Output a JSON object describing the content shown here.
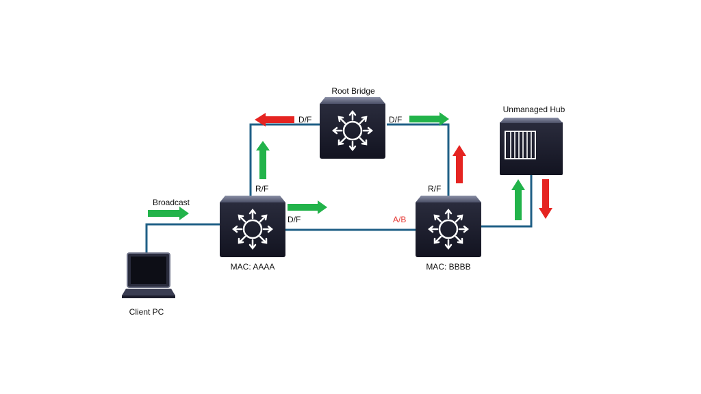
{
  "devices": {
    "root_bridge": {
      "label": "Root Bridge",
      "icon": "multilayer-switch-icon"
    },
    "switch_a": {
      "label": "MAC: AAAA",
      "icon": "multilayer-switch-icon"
    },
    "switch_b": {
      "label": "MAC: BBBB",
      "icon": "multilayer-switch-icon"
    },
    "hub": {
      "label": "Unmanaged Hub",
      "icon": "hub-icon"
    },
    "client": {
      "label": "Client PC",
      "icon": "laptop-icon"
    }
  },
  "port_labels": {
    "root_left": "D/F",
    "root_right": "D/F",
    "a_up": "R/F",
    "a_right": "D/F",
    "b_up": "R/F",
    "b_left": "A/B"
  },
  "broadcast_label": "Broadcast",
  "colors": {
    "link": "#1f5f86",
    "forward_arrow": "#22b34a",
    "return_arrow": "#e52421",
    "blocked_label": "#e53935",
    "switch_body": "#1c1d2c"
  }
}
